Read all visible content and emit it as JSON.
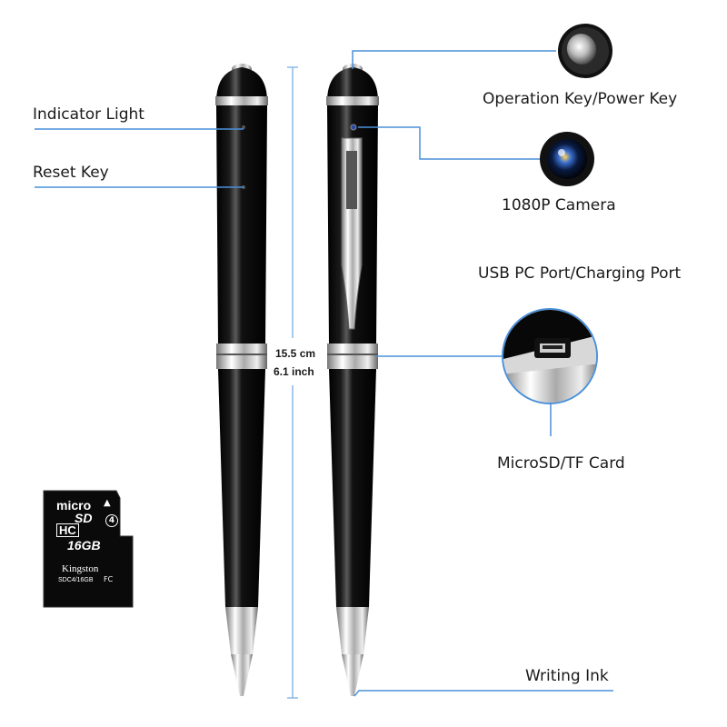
{
  "labels": {
    "indicator_light": "Indicator Light",
    "reset_key": "Reset Key",
    "operation_key": "Operation Key/Power Key",
    "camera": "1080P Camera",
    "usb_port": "USB PC Port/Charging Port",
    "microsd": "MicroSD/TF Card",
    "writing_ink": "Writing Ink"
  },
  "dimensions": {
    "cm": "15.5 cm",
    "inch": "6.1 inch"
  },
  "sd_card": {
    "micro": "micro",
    "sd": "SD",
    "hc": "HC",
    "class": "4",
    "capacity": "16GB",
    "brand": "Kingston",
    "model": "SDC4/16GB"
  },
  "colors": {
    "callout_line": "#4a90d9",
    "pen_body": "#050505",
    "chrome": "#c8c8c8"
  }
}
